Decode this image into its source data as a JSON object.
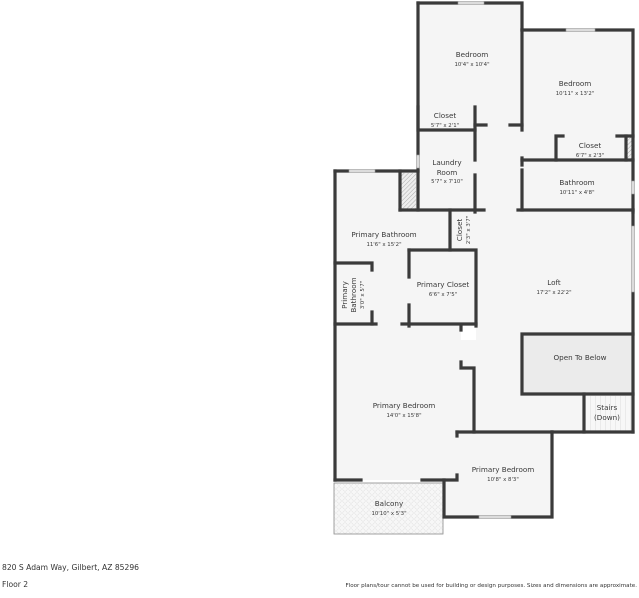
{
  "footer": {
    "address": "820 S Adam Way, Gilbert, AZ 85296",
    "floor": "Floor 2",
    "disclaimer": "Floor plans/tour cannot be used for building or design purposes. Sizes and dimensions are approximate."
  },
  "colors": {
    "wall": "#3a3a3a",
    "floor": "#f5f5f5",
    "open_to_below": "#ebebeb",
    "window": "#d0d0d0",
    "text": "#3a3a3a"
  },
  "rooms": {
    "bedroom1": {
      "name": "Bedroom",
      "dim": "10'4\" x 10'4\""
    },
    "closet1": {
      "name": "Closet",
      "dim": "5'7\" x 2'1\""
    },
    "bedroom2": {
      "name": "Bedroom",
      "dim": "10'11\" x 13'2\""
    },
    "closet2": {
      "name": "Closet",
      "dim": "6'7\" x 2'3\""
    },
    "laundry": {
      "name1": "Laundry",
      "name2": "Room",
      "dim": "5'7\" x 7'10\""
    },
    "bathroom": {
      "name": "Bathroom",
      "dim": "10'11\" x 4'8\""
    },
    "primary_bathroom": {
      "name": "Primary Bathroom",
      "dim": "11'6\" x 15'2\""
    },
    "closet3": {
      "name": "Closet",
      "dim": "2'3\" x 3'7\""
    },
    "primary_closet": {
      "name": "Primary Closet",
      "dim": "6'6\" x 7'5\""
    },
    "loft": {
      "name": "Loft",
      "dim": "17'2\" x 22'2\""
    },
    "primary_bathroom_small": {
      "name1": "Primary",
      "name2": "Bathroom",
      "dim": "3'0\" x 5'7\""
    },
    "open_to_below": {
      "name": "Open To Below"
    },
    "stairs": {
      "name1": "Stairs",
      "name2": "(Down)"
    },
    "primary_bedroom": {
      "name": "Primary Bedroom",
      "dim": "14'0\" x 15'8\""
    },
    "primary_bedroom2": {
      "name": "Primary Bedroom",
      "dim": "10'8\" x 8'3\""
    },
    "balcony": {
      "name": "Balcony",
      "dim": "10'10\" x 5'3\""
    }
  }
}
